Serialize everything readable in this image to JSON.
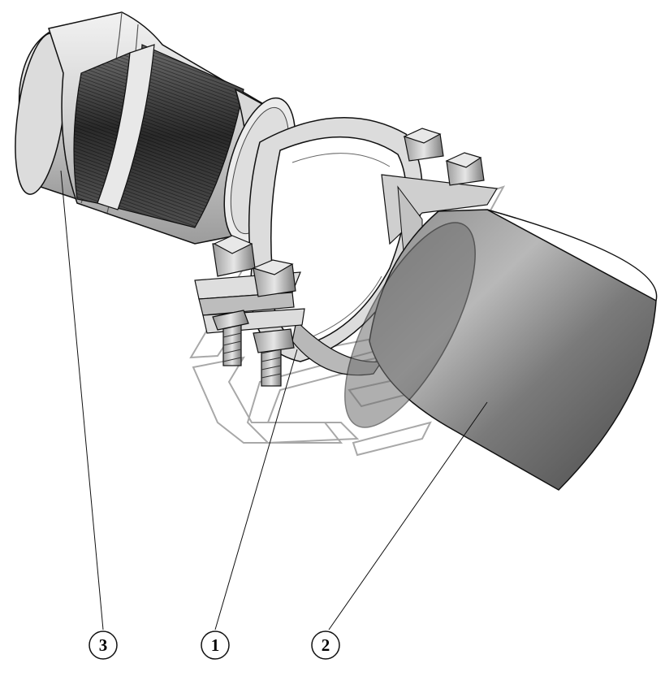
{
  "colors": {
    "background": "#ffffff",
    "outline": "#111111",
    "pipe_dark": "#5c5c5c",
    "pipe_light": "#c4c4c4",
    "metal_light": "#e2e2e2",
    "metal_mid": "#b5b5b5",
    "bellows_dark": "#2a2a2a",
    "watermark": "#9a9a9a"
  },
  "icons": {
    "watermark": "logo-watermark-icon"
  },
  "callouts": [
    {
      "label": "3"
    },
    {
      "label": "1"
    },
    {
      "label": "2"
    }
  ]
}
